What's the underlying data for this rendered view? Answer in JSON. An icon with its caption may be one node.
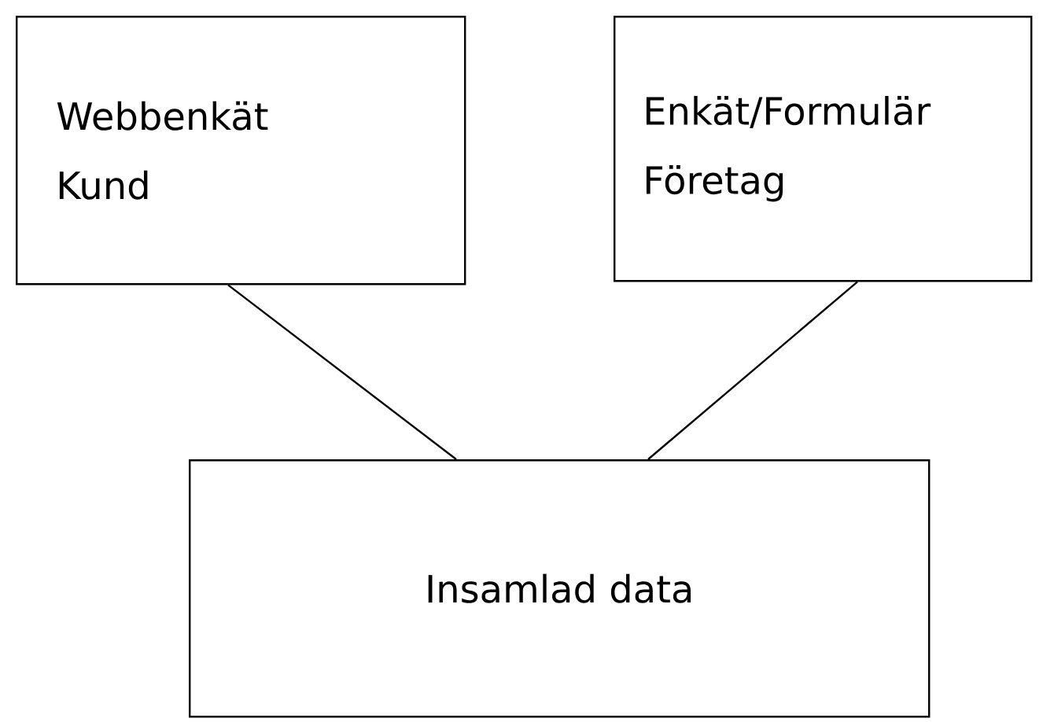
{
  "diagram": {
    "nodes": [
      {
        "text": [
          "Webbenkät Kund"
        ]
      },
      {
        "text": [
          "Enkät/Formulär Företag"
        ]
      },
      {
        "text": [
          "Insamlad data"
        ]
      }
    ],
    "edges": [
      {
        "from": 0,
        "to": 2,
        "arrow": "none"
      },
      {
        "from": 1,
        "to": 2,
        "arrow": "none"
      }
    ]
  }
}
